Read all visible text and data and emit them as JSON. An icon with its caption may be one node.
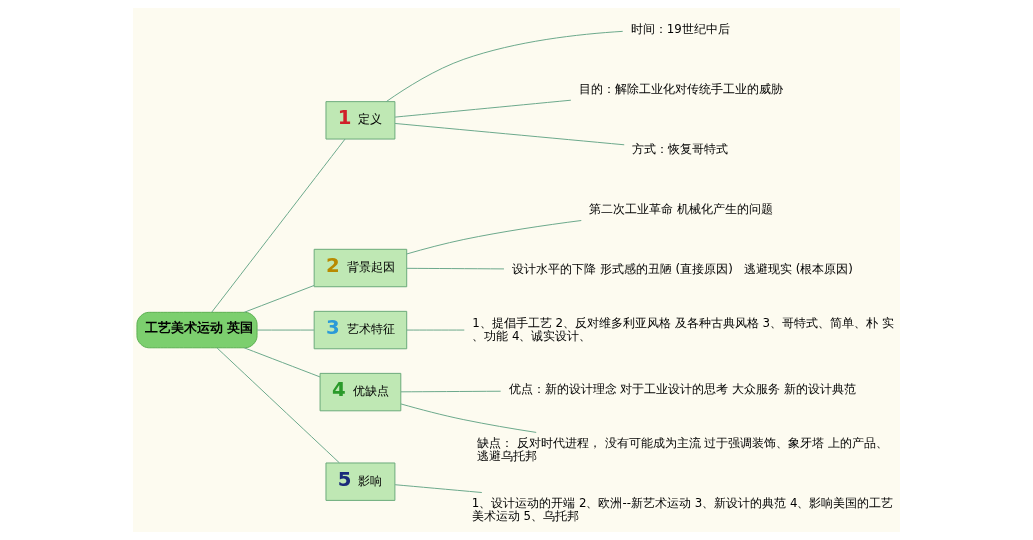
{
  "diagram": {
    "nodes": [
      {
        "text": [
          "工艺美术运动 英国"
        ]
      },
      {
        "text": [
          "1",
          "定义"
        ]
      },
      {
        "text": [
          "时间：19世纪中后"
        ]
      },
      {
        "text": [
          "目的：解除工业化对传统手工业的威胁"
        ]
      },
      {
        "text": [
          "方式：恢复哥特式"
        ]
      },
      {
        "text": [
          "2",
          "背景起因"
        ]
      },
      {
        "text": [
          "第二次工业革命 机械化产生的问题"
        ]
      },
      {
        "text": [
          "设计水平的下降 形式感的丑陋 (直接原因)   逃避现实 (根本原因)"
        ]
      },
      {
        "text": [
          "3",
          "艺术特征"
        ]
      },
      {
        "text": [
          "1、提倡手工艺 2、反对维多利亚风格 及各种古典风格 3、哥特式、简单、朴 实、功能 4、诚实设计、"
        ]
      },
      {
        "text": [
          "4",
          "优缺点"
        ]
      },
      {
        "text": [
          "优点：新的设计理念 对于工业设计的思考 大众服务 新的设计典范"
        ]
      },
      {
        "text": [
          "缺点： 反对时代进程， 没有可能成为主流 过于强调装饰、象牙塔 上的产品、逃避乌托邦"
        ]
      },
      {
        "text": [
          "5",
          "影响"
        ]
      },
      {
        "text": [
          "1、设计运动的开端 2、欧洲--新艺术运动 3、新设计的典范 4、影响美国的工艺美术运动 5、乌托邦"
        ]
      }
    ],
    "edges": [
      {
        "from": 0,
        "to": 1,
        "arrow": "none"
      },
      {
        "from": 1,
        "to": 2,
        "arrow": "none"
      },
      {
        "from": 1,
        "to": 3,
        "arrow": "none"
      },
      {
        "from": 1,
        "to": 4,
        "arrow": "none"
      },
      {
        "from": 0,
        "to": 5,
        "arrow": "none"
      },
      {
        "from": 5,
        "to": 6,
        "arrow": "none"
      },
      {
        "from": 5,
        "to": 7,
        "arrow": "none"
      },
      {
        "from": 0,
        "to": 8,
        "arrow": "none"
      },
      {
        "from": 8,
        "to": 9,
        "arrow": "none"
      },
      {
        "from": 0,
        "to": 10,
        "arrow": "none"
      },
      {
        "from": 10,
        "to": 11,
        "arrow": "none"
      },
      {
        "from": 10,
        "to": 12,
        "arrow": "none"
      },
      {
        "from": 0,
        "to": 13,
        "arrow": "none"
      },
      {
        "from": 13,
        "to": 14,
        "arrow": "none"
      }
    ]
  }
}
